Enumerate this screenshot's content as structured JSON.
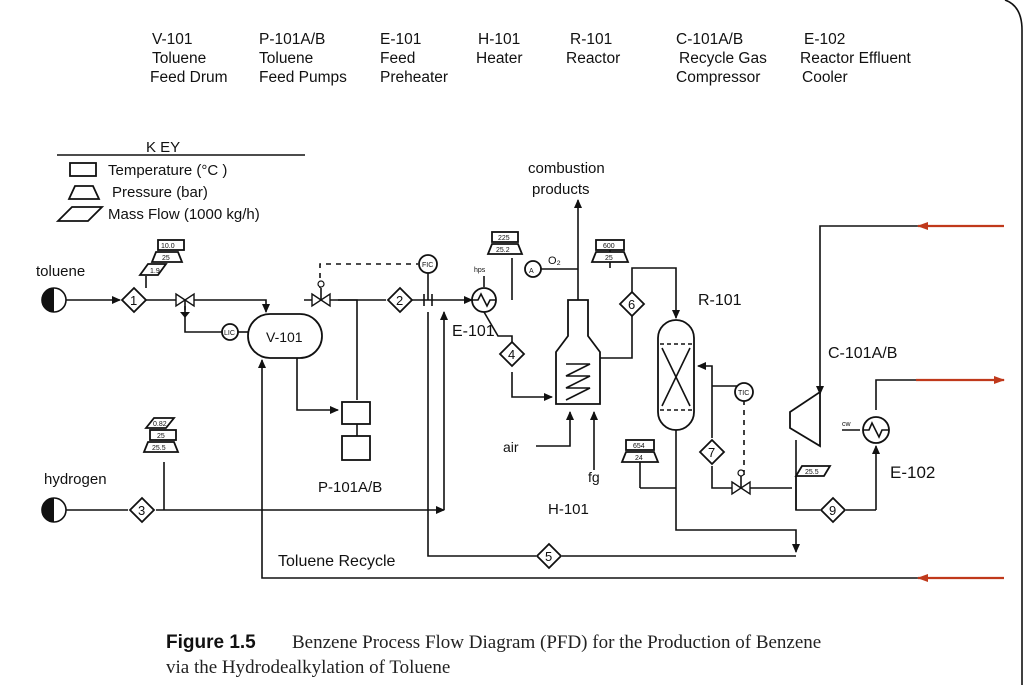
{
  "equipment_header": [
    {
      "tag": "V-101",
      "line2": "Toluene",
      "line3": "Feed Drum"
    },
    {
      "tag": "P-101A/B",
      "line2": "Toluene",
      "line3": "Feed Pumps"
    },
    {
      "tag": "E-101",
      "line2": "Feed",
      "line3": "Preheater"
    },
    {
      "tag": "H-101",
      "line2": "Heater",
      "line3": ""
    },
    {
      "tag": "R-101",
      "line2": "Reactor",
      "line3": ""
    },
    {
      "tag": "C-101A/B",
      "line2": "Recycle Gas",
      "line3": "Compressor"
    },
    {
      "tag": "E-102",
      "line2": "Reactor Effluent",
      "line3": "Cooler"
    }
  ],
  "key": {
    "title": "K EY",
    "temperature": "Temperature (°C )",
    "pressure": "Pressure (bar)",
    "mass_flow": "Mass  Flow (1000 kg/h)"
  },
  "labels": {
    "toluene": "toluene",
    "hydrogen": "hydrogen",
    "v101": "V-101",
    "p101": "P-101A/B",
    "e101": "E-101",
    "h101": "H-101",
    "r101": "R-101",
    "c101": "C-101A/B",
    "e102": "E-102",
    "combustion_1": "combustion",
    "combustion_2": "products",
    "air": "air",
    "fg": "fg",
    "hps": "hps",
    "o2": "O₂",
    "analyzer": "A",
    "cw": "cw",
    "toluene_recycle": "Toluene Recycle"
  },
  "instruments": {
    "fic": "FIC",
    "lic": "LIC",
    "tic": "TIC"
  },
  "streams": [
    "1",
    "2",
    "3",
    "4",
    "5",
    "6",
    "7",
    "9"
  ],
  "conditions": {
    "s1_temp": "10.0",
    "s1_press": "25",
    "s1_flow": "1.9",
    "s3_temp": "0.82",
    "s3_press": "25",
    "s3_flow": "25.5",
    "e101_temp": "225",
    "e101_press": "25.2",
    "h101_temp": "600",
    "h101_press": "25",
    "r101_temp": "654",
    "r101_press": "24",
    "c101_flow": "25.5"
  },
  "caption": {
    "figure": "Figure 1.5",
    "line1": "Benzene Process Flow Diagram (PFD) for the Production of Benzene",
    "line2": "via the Hydrodealkylation of Toluene"
  },
  "colors": {
    "line": "#111111",
    "continuation_arrow": "#c0391b"
  }
}
